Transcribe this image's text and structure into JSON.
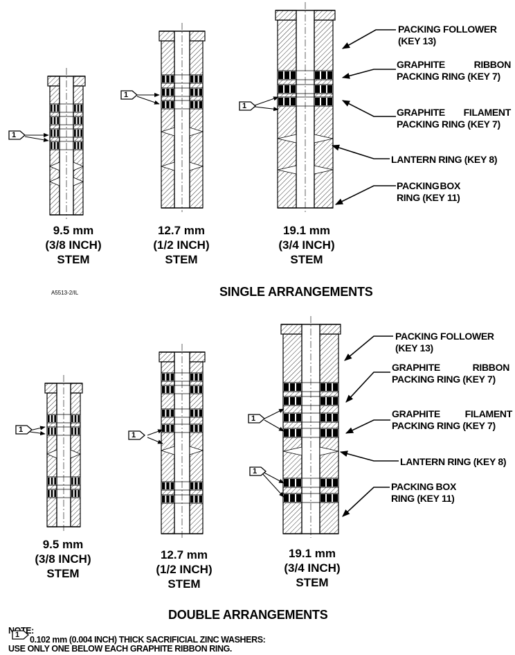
{
  "single": {
    "title": "SINGLE ARRANGEMENTS",
    "code": "A5513-2/IL",
    "captions": [
      {
        "size": "9.5 mm",
        "inch": "(3/8 INCH)",
        "stem": "STEM"
      },
      {
        "size": "12.7 mm",
        "inch": "(1/2 INCH)",
        "stem": "STEM"
      },
      {
        "size": "19.1 mm",
        "inch": "(3/4 INCH)",
        "stem": "STEM"
      }
    ],
    "labels": {
      "follower": [
        "PACKING FOLLOWER",
        "(KEY 13)"
      ],
      "ribbon": [
        "GRAPHITE",
        "RIBBON",
        "PACKING RING (KEY 7)"
      ],
      "filament": [
        "GRAPHITE",
        "FILAMENT",
        "PACKING RING (KEY 7)"
      ],
      "lantern": "LANTERN RING (KEY 8)",
      "box": [
        "PACKING",
        "BOX",
        "RING (KEY 11)"
      ]
    }
  },
  "double": {
    "title": "DOUBLE ARRANGEMENTS",
    "captions": [
      {
        "size": "9.5 mm",
        "inch": "(3/8 INCH)",
        "stem": "STEM"
      },
      {
        "size": "12.7 mm",
        "inch": "(1/2 INCH)",
        "stem": "STEM"
      },
      {
        "size": "19.1 mm",
        "inch": "(3/4 INCH)",
        "stem": "STEM"
      }
    ],
    "labels": {
      "follower": [
        "PACKING FOLLOWER",
        "(KEY 13)"
      ],
      "ribbon": [
        "GRAPHITE",
        "RIBBON",
        "PACKING RING (KEY 7)"
      ],
      "filament": [
        "GRAPHITE",
        "FILAMENT",
        "PACKING RING (KEY 7)"
      ],
      "lantern": "LANTERN RING (KEY 8)",
      "box": [
        "PACKING",
        "BOX",
        "RING (KEY 11)"
      ]
    }
  },
  "flag_number": "1",
  "note": {
    "heading": "NOTE:",
    "line1": "0.102 mm (0.004 INCH) THICK SACRIFICIAL ZINC WASHERS:",
    "line2": "USE ONLY ONE BELOW EACH GRAPHITE RIBBON RING."
  }
}
